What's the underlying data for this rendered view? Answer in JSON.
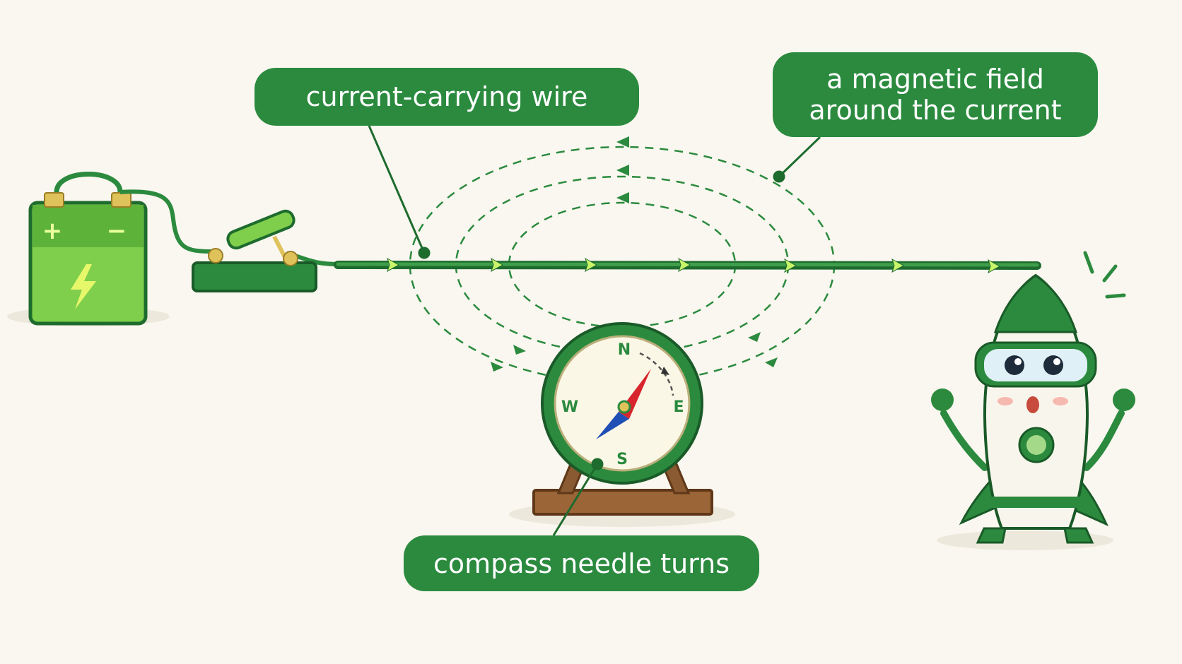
{
  "labels": {
    "wire": "current-carrying wire",
    "field_line1": "a magnetic field",
    "field_line2": "around the current",
    "compass": "compass needle turns"
  },
  "compass": {
    "north": "N",
    "east": "E",
    "south": "S",
    "west": "W"
  },
  "battery": {
    "plus": "+",
    "minus": "−"
  },
  "colors": {
    "background": "#f9f7ef",
    "accent_green": "#2b8a3e",
    "dark_green": "#1e6b2e",
    "light_green": "#8fd14f",
    "arrow_yellow": "#c9f56b",
    "needle_red": "#d8242c",
    "needle_blue": "#1f4fb5",
    "wood": "#8a5a32"
  },
  "icons": [
    "battery-icon",
    "lightning-icon",
    "knife-switch-icon",
    "compass-icon",
    "mascot-character-icon"
  ]
}
